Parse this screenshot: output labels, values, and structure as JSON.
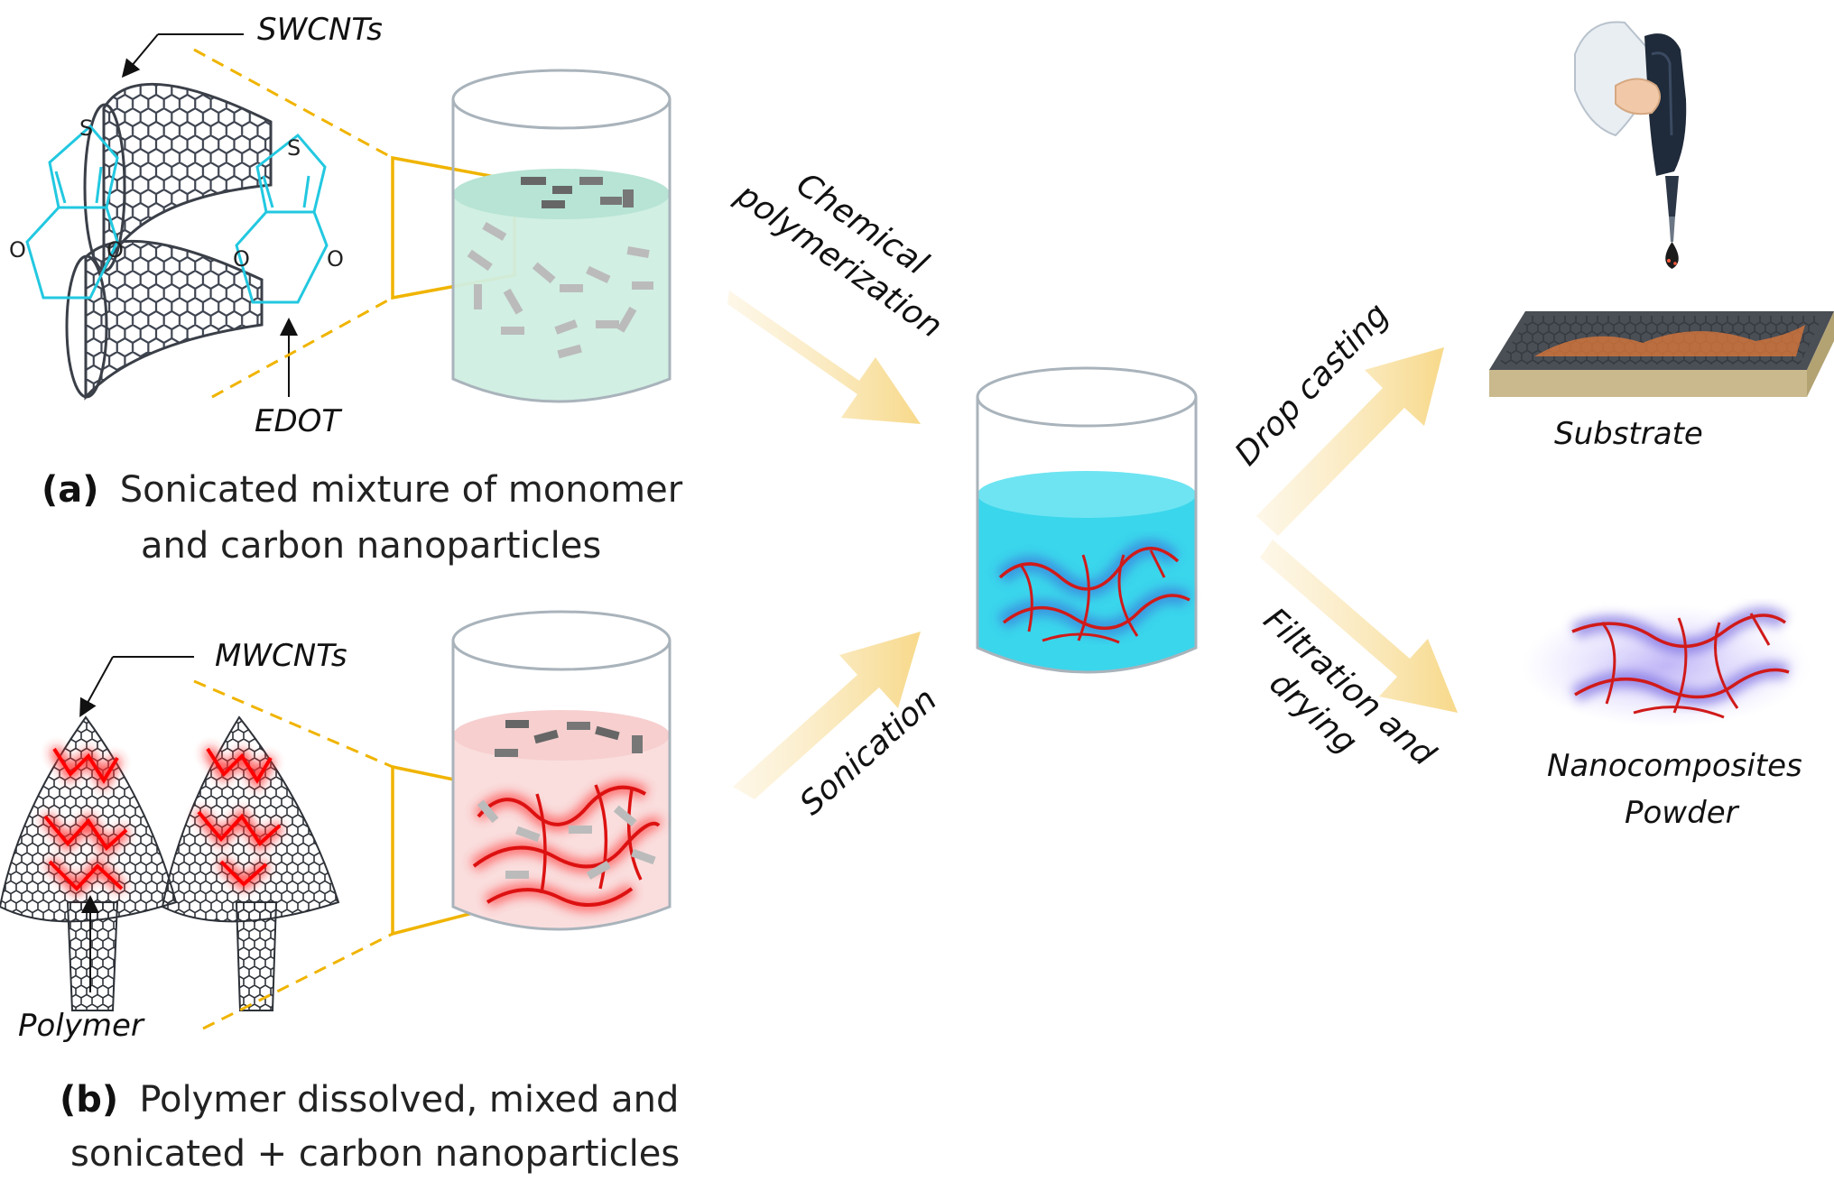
{
  "labels": {
    "swcnts": "SWCNTs",
    "edot": "EDOT",
    "mwcnts": "MWCNTs",
    "polymer": "Polymer",
    "substrate": "Substrate",
    "nanocomposites_1": "Nanocomposites",
    "nanocomposites_2": "Powder",
    "s_atom": "S",
    "o_atom": "O"
  },
  "captions": {
    "a_marker": "(a)",
    "a_line1": "Sonicated mixture of monomer",
    "a_line2": "and carbon nanoparticles",
    "b_marker": "(b)",
    "b_line1": "Polymer dissolved, mixed and",
    "b_line2": "sonicated + carbon nanoparticles"
  },
  "arrows": {
    "chemical_1": "Chemical",
    "chemical_2": "polymerization",
    "sonication": "Sonication",
    "drop_casting": "Drop casting",
    "filtration_1": "Filtration and",
    "filtration_2": "drying"
  },
  "colors": {
    "arrow_fill": "#f7d98a",
    "monomer_liquid": "#cfeee2",
    "polymer_liquid": "#fadede",
    "mixed_liquid": "#3ad6ec",
    "polymer_chain": "#e01818",
    "edot_structure": "#22c8e0",
    "zoom_frame": "#f0b400"
  }
}
